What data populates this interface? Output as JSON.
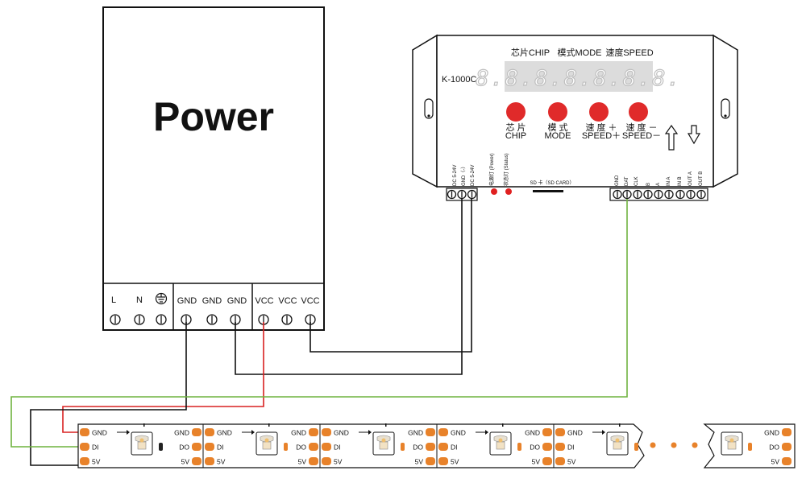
{
  "power_supply": {
    "title": "Power",
    "terminals": [
      "L",
      "N",
      "GND",
      "GND",
      "GND",
      "VCC",
      "VCC",
      "VCC"
    ]
  },
  "controller": {
    "model": "K-1000C",
    "display_value": "8.8.8.8.8.8.8.",
    "display_labels": [
      "芯片CHIP",
      "模式MODE",
      "速度SPEED"
    ],
    "buttons": [
      {
        "cn": "芯 片",
        "en": "CHIP"
      },
      {
        "cn": "模 式",
        "en": "MODE"
      },
      {
        "cn": "速 度 ＋",
        "en": "SPEED＋"
      },
      {
        "cn": "速 度 －",
        "en": "SPEED－"
      }
    ],
    "power_terminals": [
      "DC 5-24V",
      "GND（-）",
      "DC 5-24V"
    ],
    "led_labels": [
      "电源灯 (Power)",
      "状态灯 (Status)"
    ],
    "sd_label": "SD 卡（SD CARD）",
    "output_terminals": [
      "GND",
      "DAT",
      "CLK",
      "B",
      "A",
      "IN A",
      "IN B",
      "OUT A",
      "OUT B"
    ]
  },
  "strip": {
    "pin_labels": [
      "GND",
      "DI",
      "5V"
    ],
    "out_labels": [
      "GND",
      "DO",
      "5V"
    ]
  },
  "colors": {
    "line": "#111111",
    "wire_power": "#d92020",
    "wire_data": "#6fb33f",
    "button_red": "#e02a2a",
    "led_red": "#e02020",
    "pad_orange": "#e8822a",
    "display_bg": "#dcdcdc"
  }
}
